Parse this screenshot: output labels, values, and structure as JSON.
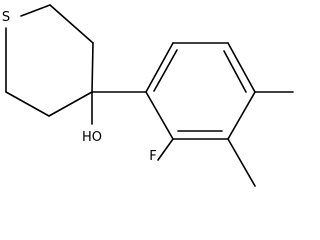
{
  "molecule": {
    "atoms": {
      "sulfur": "S",
      "hydroxyl": "HO",
      "fluorine": "F"
    }
  }
}
